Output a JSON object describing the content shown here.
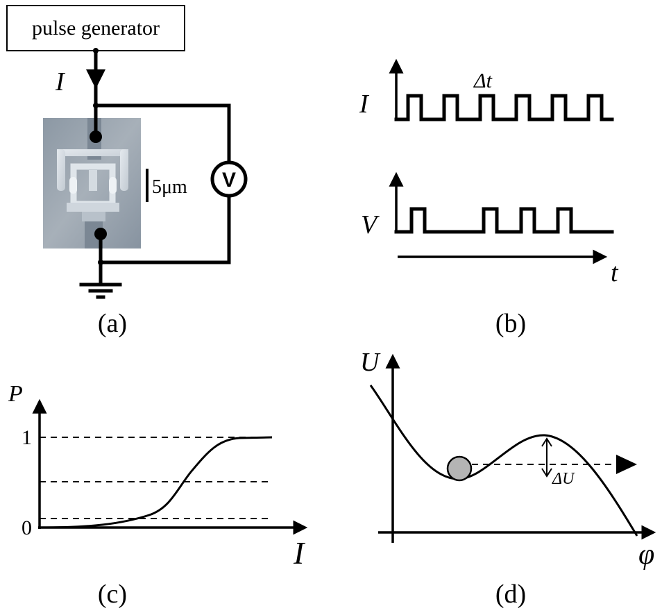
{
  "panel_a": {
    "source_label": "pulse generator",
    "current_label": "I",
    "voltmeter_label": "V",
    "scale_bar_label": "5μm",
    "caption": "(a)"
  },
  "panel_b": {
    "current_label": "I",
    "voltage_label": "V",
    "time_label": "t",
    "pulse_width_label": "Δt",
    "caption": "(b)"
  },
  "panel_c": {
    "y_axis_label": "P",
    "x_axis_label": "I",
    "tick_one": "1",
    "tick_zero": "0",
    "caption": "(c)"
  },
  "panel_d": {
    "y_axis_label": "U",
    "x_axis_label": "φ",
    "barrier_label": "ΔU",
    "caption": "(d)"
  },
  "colors": {
    "line": "#000000",
    "background": "#ffffff",
    "micrograph": "#9aa4ae",
    "particle": "#b4b4b4"
  }
}
